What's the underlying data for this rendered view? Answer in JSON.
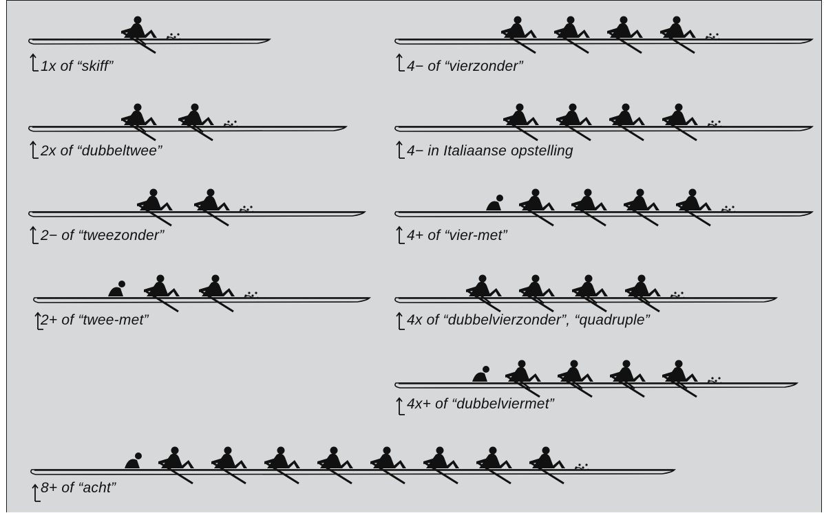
{
  "boats": [
    {
      "id": "1x",
      "label": "1x of “skiff”",
      "rowers": 1,
      "cox": false,
      "sculling": true
    },
    {
      "id": "4-",
      "label": "4− of “vierzonder”",
      "rowers": 4,
      "cox": false,
      "sculling": false
    },
    {
      "id": "2x",
      "label": "2x of “dubbeltwee”",
      "rowers": 2,
      "cox": false,
      "sculling": true
    },
    {
      "id": "4-it",
      "label": "4− in Italiaanse opstelling",
      "rowers": 4,
      "cox": false,
      "sculling": false
    },
    {
      "id": "2-",
      "label": "2− of “tweezonder”",
      "rowers": 2,
      "cox": false,
      "sculling": false
    },
    {
      "id": "4+",
      "label": "4+ of “vier-met”",
      "rowers": 4,
      "cox": true,
      "sculling": false
    },
    {
      "id": "2+",
      "label": "2+ of “twee-met”",
      "rowers": 2,
      "cox": true,
      "sculling": false
    },
    {
      "id": "4x",
      "label": "4x of “dubbelvierzonder”, “quadruple”",
      "rowers": 4,
      "cox": false,
      "sculling": true
    },
    {
      "id": "4x+",
      "label": "4x+ of “dubbelviermet”",
      "rowers": 4,
      "cox": true,
      "sculling": true
    },
    {
      "id": "8+",
      "label": "8+ of “acht”",
      "rowers": 8,
      "cox": true,
      "sculling": false
    }
  ],
  "colors": {
    "background": "#d7d8d9",
    "ink": "#111111",
    "border": "#1a1a1a"
  },
  "icons": [
    "boat-hull-icon",
    "rower-icon",
    "coxswain-icon",
    "oar-icon",
    "bow-arrow-icon"
  ]
}
